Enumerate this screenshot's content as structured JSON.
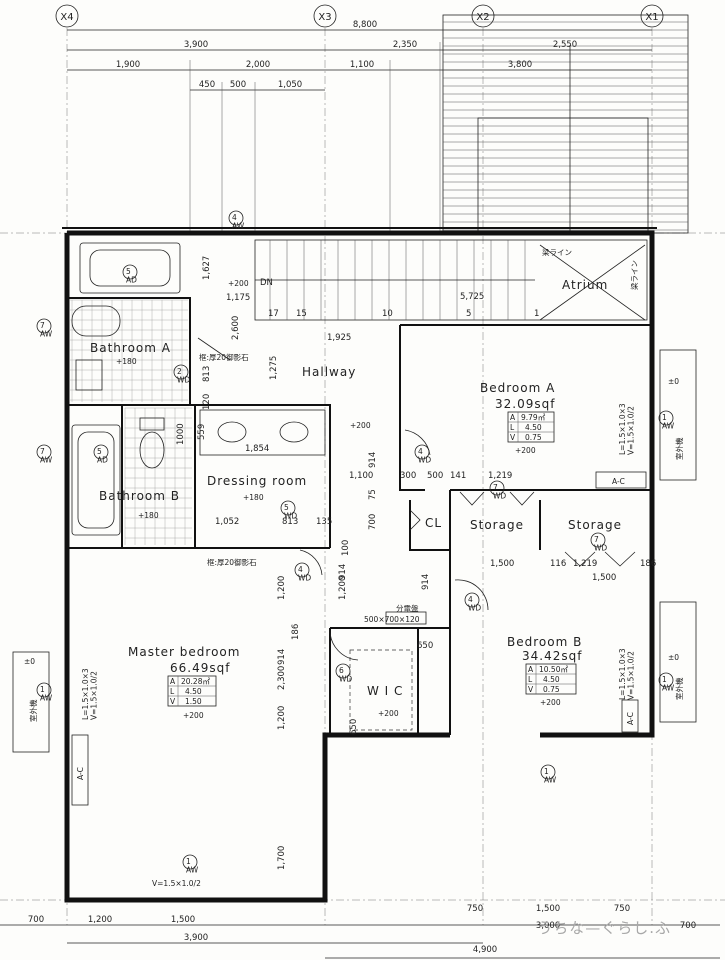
{
  "grid_axes": [
    "X4",
    "X3",
    "X2",
    "X1"
  ],
  "top_dims": {
    "row1": [
      "8,800"
    ],
    "row2": [
      "3,900",
      "2,350",
      "2,550"
    ],
    "row3": [
      "1,900",
      "2,000",
      "1,100",
      "3,800"
    ],
    "row4": [
      "450",
      "500",
      "1,050"
    ]
  },
  "bottom_dims": {
    "row1": [
      "700",
      "1,200",
      "1,500",
      "750",
      "1,500",
      "750",
      "700"
    ],
    "row2": [
      "3,900",
      "3,000"
    ],
    "row3": [
      "4,900"
    ]
  },
  "rooms": {
    "bathroom_a": "Bathroom A",
    "bathroom_b": "Bathroom B",
    "hallway": "Hallway",
    "dressing": "Dressing room",
    "atrium": "Atrium",
    "storage1": "Storage",
    "storage2": "Storage",
    "cl": "CL",
    "wic": "W I C",
    "bedroom_a": {
      "name": "Bedroom A",
      "area": "32.09sqf",
      "tbl": [
        [
          "A",
          "9.79㎡"
        ],
        [
          "L",
          "4.50"
        ],
        [
          "V",
          "0.75"
        ]
      ]
    },
    "bedroom_b": {
      "name": "Bedroom B",
      "area": "34.42sqf",
      "tbl": [
        [
          "A",
          "10.50㎡"
        ],
        [
          "L",
          "4.50"
        ],
        [
          "V",
          "0.75"
        ]
      ]
    },
    "master": {
      "name": "Master bedroom",
      "area": "66.49sqf",
      "tbl": [
        [
          "A",
          "20.28㎡"
        ],
        [
          "L",
          "4.50"
        ],
        [
          "V",
          "1.50"
        ]
      ]
    }
  },
  "notes": {
    "plus200": "+200",
    "plus180": "+180",
    "dn": "DN",
    "ac": "A-C",
    "sill_note1": "框:厚20御影石",
    "sill_note2": "框:厚20御影石",
    "panel": "分電盤",
    "panel_size": "500×700×120",
    "window_master": "L=1.5×1.0×3\nV=1.5×1.0/2",
    "window_ba": "L=1.5×1.0×3\nV=1.5×1.0/2",
    "window_bb": "L=1.5×1.0×3\nV=1.5×1.0/2",
    "window_bottom": "V=1.5×1.0/2",
    "pm0": "±0",
    "outdoor_unit": "室外機",
    "atrium_line1": "梁ライン",
    "atrium_line2": "梁ライン"
  },
  "stairs": {
    "steps": [
      "17",
      "15",
      "10",
      "5",
      "1"
    ],
    "length": "5,725",
    "w1": "1,175",
    "w2": "1,627",
    "w3": "1,925"
  },
  "interior_dims": {
    "d2600": "2,600",
    "d1275": "1,275",
    "d813a": "813",
    "d1854": "1,854",
    "d1100": "1,100",
    "d914a": "914",
    "d75": "75",
    "d700": "700",
    "d1052": "1,052",
    "d813b": "813",
    "d135": "135",
    "d559": "559",
    "d1000": "1000",
    "d120": "120",
    "d300": "300",
    "d500": "500",
    "d141": "141",
    "d1219a": "1,219",
    "d1219b": "1,219",
    "d1500a": "1,500",
    "d1500b": "1,500",
    "d116": "116",
    "d186": "186",
    "d1200a": "1,200",
    "d1200b": "1,200",
    "d1200c": "1,200",
    "d2300": "2,300",
    "d914b": "914",
    "d914c": "914",
    "d914d": "914",
    "d1700": "1,700",
    "d186b": "186",
    "d650a": "650",
    "d650b": "650",
    "d100": "100"
  },
  "fixture_tags": {
    "ad5a": "5\nAD",
    "ad5b": "5\nAD",
    "wd2": "2\nWD",
    "wd4a": "4\nWD",
    "wd4b": "4\nWD",
    "wd4c": "4\nWD",
    "wd5": "5\nWD",
    "wd6": "6\nWD",
    "wd7a": "7\nWD",
    "wd7b": "7\nWD",
    "aw4": "4\nAW",
    "aw7a": "7\nAW",
    "aw7b": "7\nAW",
    "aw1a": "1\nAW",
    "aw1b": "1\nAW",
    "aw1c": "1\nAW",
    "aw1d": "1\nAW",
    "aw1e": "1\nAW"
  },
  "watermark": "うちな—ぐらし.ふ"
}
